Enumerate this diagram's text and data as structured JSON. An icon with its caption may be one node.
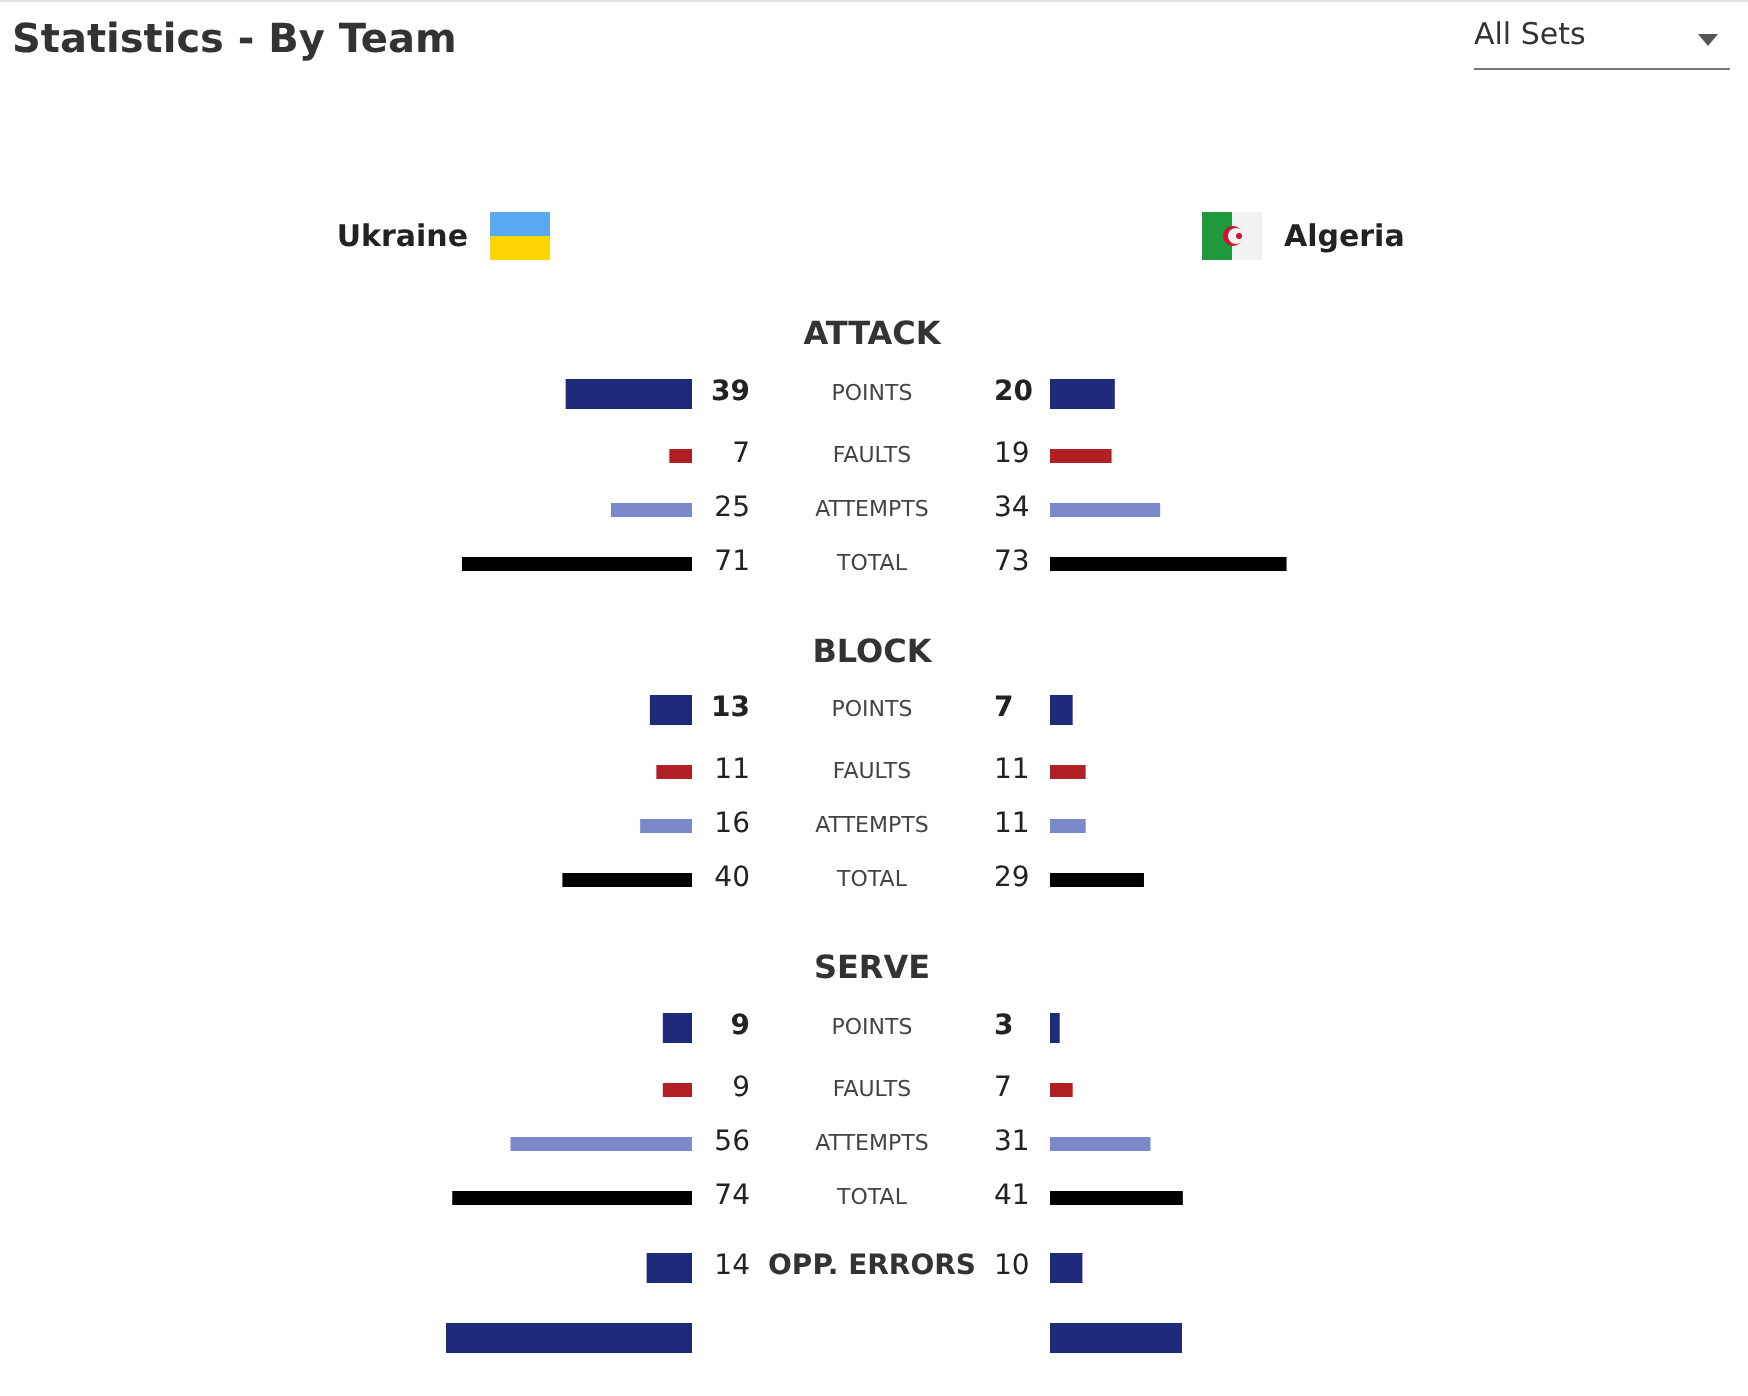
{
  "diagram": {
    "title": "Statistics - By Team",
    "labels": [
      "All Sets",
      "Ukraine",
      "Algeria",
      "ATTACK",
      "39",
      "POINTS",
      "20",
      "7",
      "FAULTS",
      "19",
      "25",
      "ATTEMPTS",
      "34",
      "71",
      "TOTAL",
      "73",
      "BLOCK",
      "13",
      "POINTS",
      "7",
      "11",
      "FAULTS",
      "11",
      "16",
      "ATTEMPTS",
      "11",
      "40",
      "TOTAL",
      "29",
      "SERVE",
      "9",
      "POINTS",
      "3",
      "9",
      "FAULTS",
      "7",
      "56",
      "ATTEMPTS",
      "31",
      "74",
      "TOTAL",
      "41",
      "14",
      "OPP. ERRORS",
      "10"
    ]
  }
}
